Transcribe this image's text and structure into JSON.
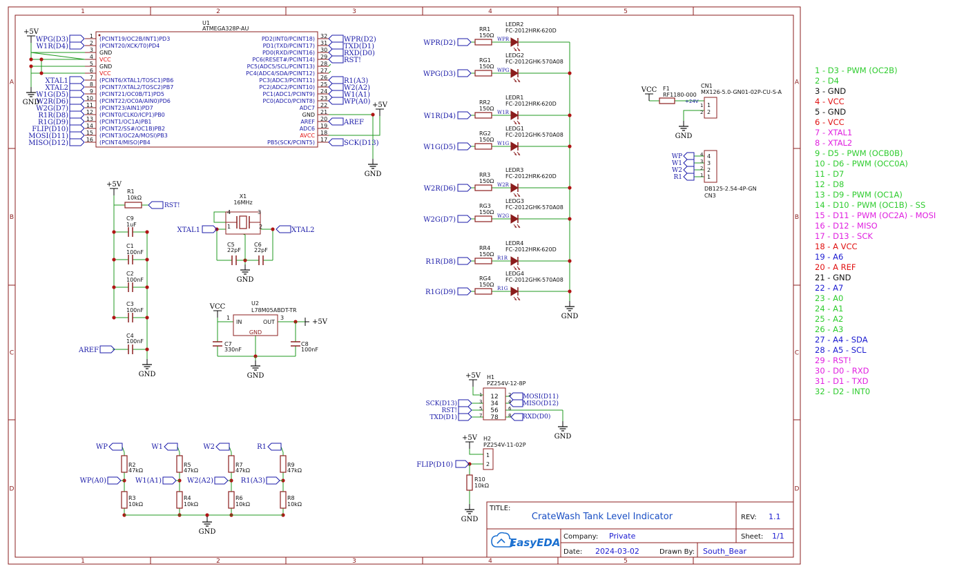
{
  "title_block": {
    "title_label": "TITLE:",
    "title": "CrateWash Tank Level Indicator",
    "rev_label": "REV:",
    "rev": "1.1",
    "company_label": "Company:",
    "company": "Private",
    "sheet_label": "Sheet:",
    "sheet": "1/1",
    "date_label": "Date:",
    "date": "2024-03-02",
    "drawn_label": "Drawn By:",
    "drawn_by": "South_Bear",
    "logo": "EasyEDA"
  },
  "frame": {
    "cols": [
      "1",
      "2",
      "3",
      "4",
      "5"
    ],
    "rows": [
      "A",
      "B",
      "C",
      "D"
    ]
  },
  "colors": {
    "frame": "#8b1d1d",
    "wire": "#1f9a1f",
    "junction": "#b01515",
    "net": "#1a1aa8",
    "text": "#111111",
    "power": "#000000",
    "pin_red": "#e01010"
  },
  "mcu": {
    "ref": "U1",
    "part": "ATMEGA328P-AU",
    "left_pins": [
      {
        "num": "1",
        "name": "(PCINT19/OC2B/INT1)PD3",
        "net": "WPG(D3)"
      },
      {
        "num": "2",
        "name": "(PCINT20/XCK/T0)PD4",
        "net": "W1R(D4)"
      },
      {
        "num": "3",
        "name": "GND",
        "net": ""
      },
      {
        "num": "4",
        "name": "VCC",
        "net": ""
      },
      {
        "num": "5",
        "name": "GND",
        "net": ""
      },
      {
        "num": "6",
        "name": "VCC",
        "net": ""
      },
      {
        "num": "7",
        "name": "(PCINT6/XTAL1/TOSC1)PB6",
        "net": "XTAL1"
      },
      {
        "num": "8",
        "name": "(PCINT7/XTAL2/TOSC2)PB7",
        "net": "XTAL2"
      },
      {
        "num": "9",
        "name": "(PCINT21/OC0B/T1)PD5",
        "net": "W1G(D5)"
      },
      {
        "num": "10",
        "name": "(PCINT22/OC0A/AIN0)PD6",
        "net": "W2R(D6)"
      },
      {
        "num": "11",
        "name": "(PCINT23/AIN1)PD7",
        "net": "W2G(D7)"
      },
      {
        "num": "12",
        "name": "(PCINT0/CLKO/ICP1)PB0",
        "net": "R1R(D8)"
      },
      {
        "num": "13",
        "name": "(PCINT1/OC1A)PB1",
        "net": "R1G(D9)"
      },
      {
        "num": "14",
        "name": "(PCINT2/SS#/OC1B)PB2",
        "net": "FLIP(D10)"
      },
      {
        "num": "15",
        "name": "(PCINT3/OC2A/MOSI)PB3",
        "net": "MOSI(D11)"
      },
      {
        "num": "16",
        "name": "(PCINT4/MISO)PB4",
        "net": "MISO(D12)"
      }
    ],
    "right_pins": [
      {
        "num": "32",
        "name": "PD2(INT0/PCINT18)",
        "net": "WPR(D2)"
      },
      {
        "num": "31",
        "name": "PD1(TXD/PCINT17)",
        "net": "TXD(D1)"
      },
      {
        "num": "30",
        "name": "PD0(RXD/PCINT16)",
        "net": "RXD(D0)"
      },
      {
        "num": "29",
        "name": "PC6(RESET#/PCINT14)",
        "net": "RST!"
      },
      {
        "num": "28",
        "name": "PC5(ADC5/SCL/PCINT13)",
        "net": ""
      },
      {
        "num": "27",
        "name": "PC4(ADC4/SDA/PCINT12)",
        "net": ""
      },
      {
        "num": "26",
        "name": "PC3(ADC3/PCINT11)",
        "net": "R1(A3)"
      },
      {
        "num": "25",
        "name": "PC2(ADC2/PCINT10)",
        "net": "W2(A2)"
      },
      {
        "num": "24",
        "name": "PC1(ADC1/PCINT9)",
        "net": "W1(A1)"
      },
      {
        "num": "23",
        "name": "PC0(ADC0/PCINT8)",
        "net": "WP(A0)"
      },
      {
        "num": "22",
        "name": "ADC7",
        "net": ""
      },
      {
        "num": "21",
        "name": "GND",
        "net": ""
      },
      {
        "num": "20",
        "name": "AREF",
        "net": "AREF"
      },
      {
        "num": "19",
        "name": "ADC6",
        "net": ""
      },
      {
        "num": "18",
        "name": "AVCC",
        "net": ""
      },
      {
        "num": "17",
        "name": "PB5(SCK/PCINT5)",
        "net": "SCK(D13)"
      }
    ]
  },
  "power": {
    "p5v": "+5V",
    "gnd": "GND",
    "vcc": "VCC"
  },
  "leds": [
    {
      "res": "RR1",
      "res_val": "150Ω",
      "led": "LEDR2",
      "part": "FC-2012HRK-620D",
      "pin": "WPR",
      "net": "WPR(D2)"
    },
    {
      "res": "RG1",
      "res_val": "150Ω",
      "led": "LEDG2",
      "part": "FC-2012GHK-570A08",
      "pin": "WPG",
      "net": "WPG(D3)"
    },
    {
      "res": "RR2",
      "res_val": "150Ω",
      "led": "LEDR1",
      "part": "FC-2012HRK-620D",
      "pin": "W1R",
      "net": "W1R(D4)"
    },
    {
      "res": "RG2",
      "res_val": "150Ω",
      "led": "LEDG1",
      "part": "FC-2012GHK-570A08",
      "pin": "W1G",
      "net": "W1G(D5)"
    },
    {
      "res": "RR3",
      "res_val": "150Ω",
      "led": "LEDR3",
      "part": "FC-2012HRK-620D",
      "pin": "W2R",
      "net": "W2R(D6)"
    },
    {
      "res": "RG3",
      "res_val": "150Ω",
      "led": "LEDG3",
      "part": "FC-2012GHK-570A08",
      "pin": "W2G",
      "net": "W2G(D7)"
    },
    {
      "res": "RR4",
      "res_val": "150Ω",
      "led": "LEDR4",
      "part": "FC-2012HRK-620D",
      "pin": "R1R",
      "net": "R1R(D8)"
    },
    {
      "res": "RG4",
      "res_val": "150Ω",
      "led": "LEDG4",
      "part": "FC-2012GHK-570A08",
      "pin": "R1G",
      "net": "R1G(D9)"
    }
  ],
  "fuse": {
    "ref": "F1",
    "part": "RF1180-000",
    "net": "+24V"
  },
  "cn1": {
    "ref": "CN1",
    "part": "MX126-5.0-GN01-02P-CU-S-A",
    "pins": [
      "1",
      "2"
    ]
  },
  "cn3": {
    "ref": "CN3",
    "part": "DB125-2.54-4P-GN",
    "nets": [
      "WP",
      "W1",
      "W2",
      "R1"
    ],
    "pins": [
      "4",
      "3",
      "2",
      "1"
    ]
  },
  "reset": {
    "ref": "R1",
    "val": "10kΩ",
    "net": "RST!"
  },
  "caps": [
    {
      "ref": "C9",
      "val": "1uF"
    },
    {
      "ref": "C1",
      "val": "100nF"
    },
    {
      "ref": "C2",
      "val": "100nF"
    },
    {
      "ref": "C3",
      "val": "100nF"
    },
    {
      "ref": "C4",
      "val": "100nF"
    }
  ],
  "aref_net": "AREF",
  "crystal": {
    "ref": "X1",
    "val": "16MHz",
    "xtal1": "XTAL1",
    "xtal2": "XTAL2",
    "c5": "C5",
    "c5v": "22pF",
    "c6": "C6",
    "c6v": "22pF",
    "pins": [
      "4",
      "3",
      "1",
      "2"
    ]
  },
  "regulator": {
    "ref": "U2",
    "part": "L78M05ABDT-TR",
    "in": "IN",
    "out": "OUT",
    "gnd": "GND",
    "pin_in": "1",
    "pin_out": "3",
    "c7": "C7",
    "c7v": "330nF",
    "c8": "C8",
    "c8v": "100nF"
  },
  "h1": {
    "ref": "H1",
    "part": "PZ254V-12-8P",
    "left": [
      "SCK(D13)",
      "RST!",
      "TXD(D1)"
    ],
    "right": [
      "MOSI(D11)",
      "MISO(D12)",
      "RXD(D0)"
    ],
    "left_pins": [
      "1",
      "3",
      "5",
      "7"
    ],
    "right_pins": [
      "2",
      "4",
      "6",
      "8"
    ],
    "inner": [
      "12",
      "34",
      "56",
      "78"
    ]
  },
  "h2": {
    "ref": "H2",
    "part": "PZ254V-11-02P",
    "net": "FLIP(D10)",
    "r": "R10",
    "rv": "10kΩ",
    "pins": [
      "1",
      "2"
    ]
  },
  "dividers": [
    {
      "top_net": "WP",
      "mid_net": "WP(A0)",
      "r_top": "R2",
      "r_top_v": "47kΩ",
      "r_bot": "R3",
      "r_bot_v": "10kΩ"
    },
    {
      "top_net": "W1",
      "mid_net": "W1(A1)",
      "r_top": "R5",
      "r_top_v": "47kΩ",
      "r_bot": "R4",
      "r_bot_v": "10kΩ"
    },
    {
      "top_net": "W2",
      "mid_net": "W2(A2)",
      "r_top": "R7",
      "r_top_v": "47kΩ",
      "r_bot": "R6",
      "r_bot_v": "10kΩ"
    },
    {
      "top_net": "R1",
      "mid_net": "R1(A3)",
      "r_top": "R9",
      "r_top_v": "47kΩ",
      "r_bot": "R8",
      "r_bot_v": "10kΩ"
    }
  ],
  "pin_list": [
    {
      "text": "1 - D3 - PWM (OC2B)",
      "color": "#2ecc2e"
    },
    {
      "text": "2 - D4",
      "color": "#2ecc2e"
    },
    {
      "text": "3 - GND",
      "color": "#111111"
    },
    {
      "text": "4 - VCC",
      "color": "#e01010"
    },
    {
      "text": "5 - GND",
      "color": "#111111"
    },
    {
      "text": "6 - VCC",
      "color": "#e01010"
    },
    {
      "text": "7 - XTAL1",
      "color": "#e020e0"
    },
    {
      "text": "8 - XTAL2",
      "color": "#e020e0"
    },
    {
      "text": "9 - D5 - PWM (OCB0B)",
      "color": "#2ecc2e"
    },
    {
      "text": "10 - D6 - PWM (OCC0A)",
      "color": "#2ecc2e"
    },
    {
      "text": "11 - D7",
      "color": "#2ecc2e"
    },
    {
      "text": "12 - D8",
      "color": "#2ecc2e"
    },
    {
      "text": "13 - D9 - PWM (OC1A)",
      "color": "#2ecc2e"
    },
    {
      "text": "14 - D10 - PWM (OC1B) - SS",
      "color": "#2ecc2e"
    },
    {
      "text": "15 - D11 - PWM (OC2A) - MOSI",
      "color": "#e020e0"
    },
    {
      "text": "16 - D12 - MISO",
      "color": "#e020e0"
    },
    {
      "text": "17 - D13 - SCK",
      "color": "#e020e0"
    },
    {
      "text": "18 - A VCC",
      "color": "#e01010"
    },
    {
      "text": "19 - A6",
      "color": "#1a1ad0"
    },
    {
      "text": "20 - A REF",
      "color": "#e01010"
    },
    {
      "text": "21 - GND",
      "color": "#111111"
    },
    {
      "text": "22 - A7",
      "color": "#1a1ad0"
    },
    {
      "text": "23 - A0",
      "color": "#2ecc2e"
    },
    {
      "text": "24 - A1",
      "color": "#2ecc2e"
    },
    {
      "text": "25 - A2",
      "color": "#2ecc2e"
    },
    {
      "text": "26 - A3",
      "color": "#2ecc2e"
    },
    {
      "text": "27 - A4 - SDA",
      "color": "#1a1ad0"
    },
    {
      "text": "28 - A5 - SCL",
      "color": "#1a1ad0"
    },
    {
      "text": "29 - RST!",
      "color": "#e020e0"
    },
    {
      "text": "30 - D0 - RXD",
      "color": "#e020e0"
    },
    {
      "text": "31 - D1 - TXD",
      "color": "#e020e0"
    },
    {
      "text": "32 - D2 - INT0",
      "color": "#2ecc2e"
    }
  ]
}
